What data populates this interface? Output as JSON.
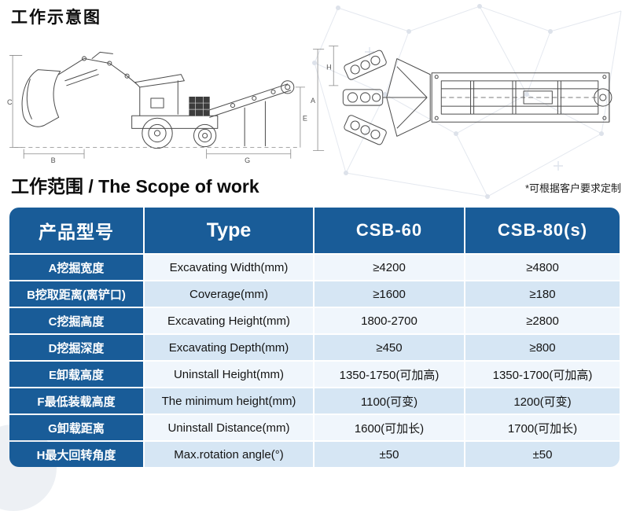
{
  "page": {
    "title": "工作示意图",
    "scope_title": "工作范围 / The Scope of work",
    "note": "*可根据客户要求定制"
  },
  "drawings": {
    "side_view": {
      "dims": {
        "c": "C",
        "b": "B",
        "g": "G",
        "e": "E"
      }
    },
    "top_view": {
      "dims": {
        "a": "A",
        "h": "H"
      }
    }
  },
  "table": {
    "headers": [
      "产品型号",
      "Type",
      "CSB-60",
      "CSB-80(s)"
    ],
    "rows": [
      {
        "label": "A挖掘宽度",
        "type": "Excavating Width(mm)",
        "csb60": "≥4200",
        "csb80": "≥4800"
      },
      {
        "label": "B挖取距离(离铲口)",
        "type": "Coverage(mm)",
        "csb60": "≥1600",
        "csb80": "≥180"
      },
      {
        "label": "C挖掘高度",
        "type": "Excavating Height(mm)",
        "csb60": "1800-2700",
        "csb80": "≥2800"
      },
      {
        "label": "D挖掘深度",
        "type": "Excavating Depth(mm)",
        "csb60": "≥450",
        "csb80": "≥800"
      },
      {
        "label": "E卸载高度",
        "type": "Uninstall Height(mm)",
        "csb60": "1350-1750(可加高)",
        "csb80": "1350-1700(可加高)"
      },
      {
        "label": "F最低装载高度",
        "type": "The minimum height(mm)",
        "csb60": "1100(可变)",
        "csb80": "1200(可变)"
      },
      {
        "label": "G卸载距离",
        "type": "Uninstall Distance(mm)",
        "csb60": "1600(可加长)",
        "csb80": "1700(可加长)"
      },
      {
        "label": "H最大回转角度",
        "type": "Max.rotation angle(°)",
        "csb60": "±50",
        "csb80": "±50"
      }
    ]
  },
  "colors": {
    "header_bg": "#195c98",
    "row_light": "#f0f6fc",
    "row_dark": "#d6e6f4"
  }
}
